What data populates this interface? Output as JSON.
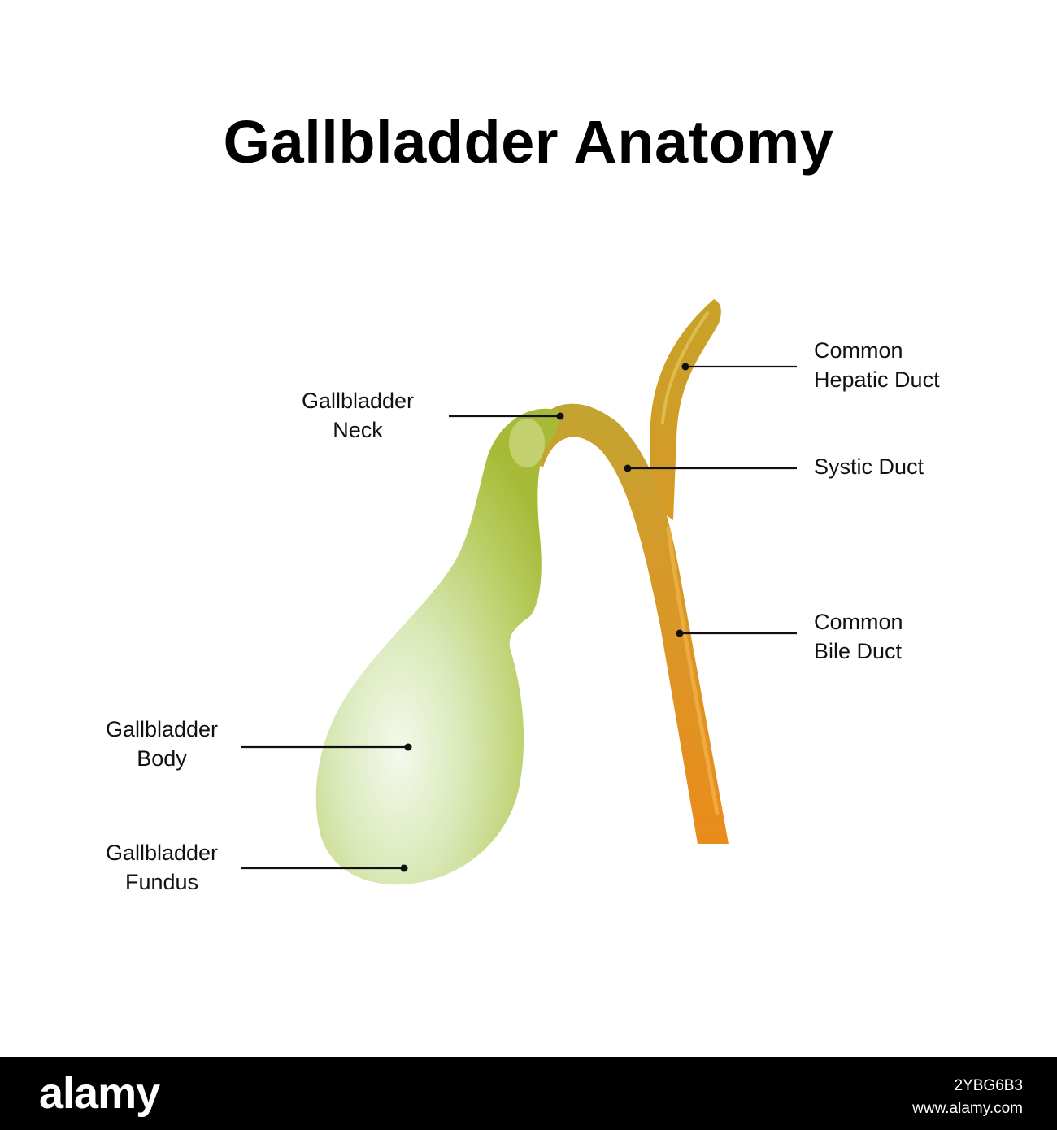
{
  "title": "Gallbladder Anatomy",
  "labels": {
    "common_hepatic_duct": [
      "Common",
      "Hepatic Duct"
    ],
    "gallbladder_neck": [
      "Gallbladder",
      "Neck"
    ],
    "systic_duct": [
      "Systic Duct"
    ],
    "common_bile_duct": [
      "Common",
      "Bile Duct"
    ],
    "gallbladder_body": [
      "Gallbladder",
      "Body"
    ],
    "gallbladder_fundus": [
      "Gallbladder",
      "Fundus"
    ]
  },
  "footer": {
    "logo": "alamy",
    "image_id": "2YBG6B3",
    "site": "www.alamy.com"
  },
  "colors": {
    "gallbladder_light": "#eef6e0",
    "gallbladder_dark": "#a9bd3c",
    "duct_orange": "#e7901e",
    "duct_olive": "#b9a030"
  }
}
